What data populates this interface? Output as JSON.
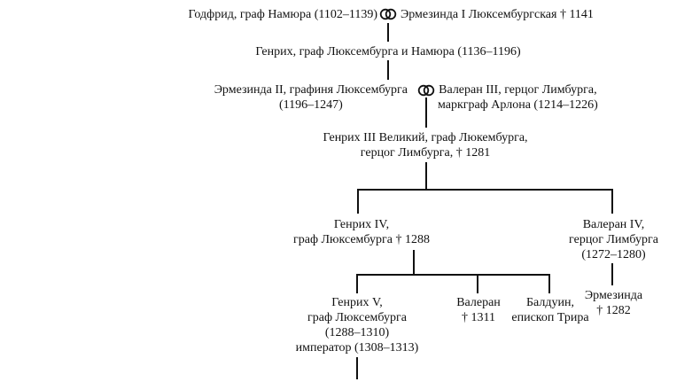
{
  "persons": {
    "godfrid": "Годфрид, граф Намюра (1102–1139)",
    "ermesinda1": "Эрмезинда I Люксембургская † 1141",
    "genrikh_namur": "Генрих, граф Люксембурга и Намюра (1136–1196)",
    "ermesinda2": [
      "Эрмезинда II, графиня Люксембурга",
      "(1196–1247)"
    ],
    "valeran3": [
      "Валеран III, герцог Лимбурга,",
      "маркграф Арлона (1214–1226)"
    ],
    "genrikh3": [
      "Генрих III Великий, граф Люкембурга,",
      "герцог Лимбурга, † 1281"
    ],
    "genrikh4": [
      "Генрих IV,",
      "граф Люксембурга † 1288"
    ],
    "valeran4": [
      "Валеран IV,",
      "герцог Лимбурга",
      "(1272–1280)"
    ],
    "genrikh5": [
      "Генрих V,",
      "граф Люксембурга",
      "(1288–1310)",
      "император (1308–1313)"
    ],
    "valeran": [
      "Валеран",
      "† 1311"
    ],
    "balduin": [
      "Балдуин,",
      "епископ Трира"
    ],
    "ermesinda_child": [
      "Эрмезинда",
      "† 1282"
    ]
  },
  "marriage_symbol": "marriage-rings-icon"
}
